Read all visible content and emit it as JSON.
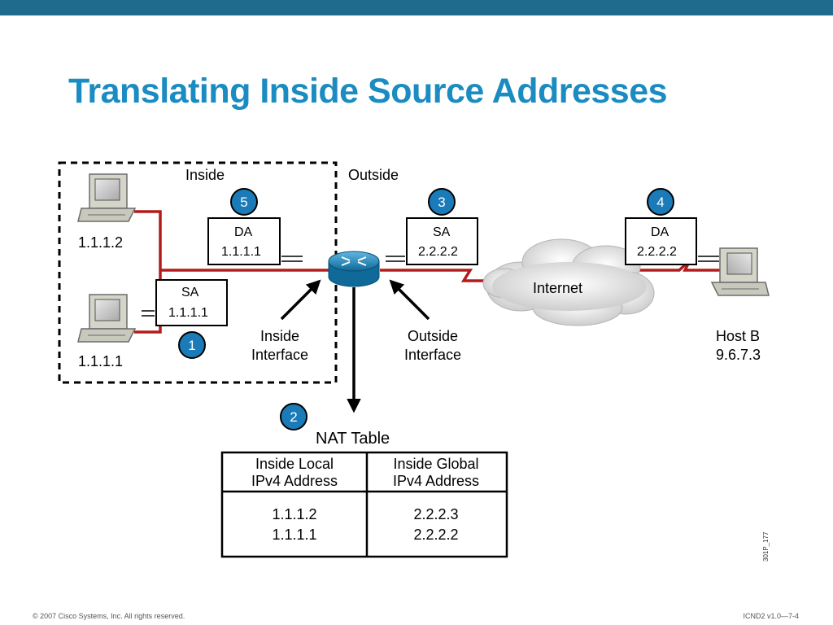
{
  "title": "Translating Inside Source Addresses",
  "zones": {
    "inside": "Inside",
    "outside": "Outside"
  },
  "hosts": {
    "inside_top": "1.1.1.2",
    "inside_bottom": "1.1.1.1",
    "host_b_name": "Host B",
    "host_b_ip": "9.6.7.3"
  },
  "packets": {
    "step1": {
      "field": "SA",
      "address": "1.1.1.1"
    },
    "step3": {
      "field": "SA",
      "address": "2.2.2.2"
    },
    "step4": {
      "field": "DA",
      "address": "2.2.2.2"
    },
    "step5": {
      "field": "DA",
      "address": "1.1.1.1"
    }
  },
  "steps": [
    "1",
    "2",
    "3",
    "4",
    "5"
  ],
  "cloud_label": "Internet",
  "interfaces": {
    "inside_line1": "Inside",
    "inside_line2": "Interface",
    "outside_line1": "Outside",
    "outside_line2": "Interface"
  },
  "nat_table": {
    "title": "NAT Table",
    "headers": [
      {
        "line1": "Inside Local",
        "line2": "IPv4 Address"
      },
      {
        "line1": "Inside Global",
        "line2": "IPv4 Address"
      }
    ],
    "rows": [
      [
        "1.1.1.2",
        "2.2.2.3"
      ],
      [
        "1.1.1.1",
        "2.2.2.2"
      ]
    ]
  },
  "footer": {
    "copyright": "© 2007 Cisco Systems, Inc. All rights reserved.",
    "course": "ICND2 v1.0—7-4"
  },
  "figure_id": "301P_177",
  "colors": {
    "title": "#1a8cc2",
    "top_bar": "#1f6b8e",
    "link": "#b31b1b",
    "step_badge": "#1a7bb8"
  }
}
